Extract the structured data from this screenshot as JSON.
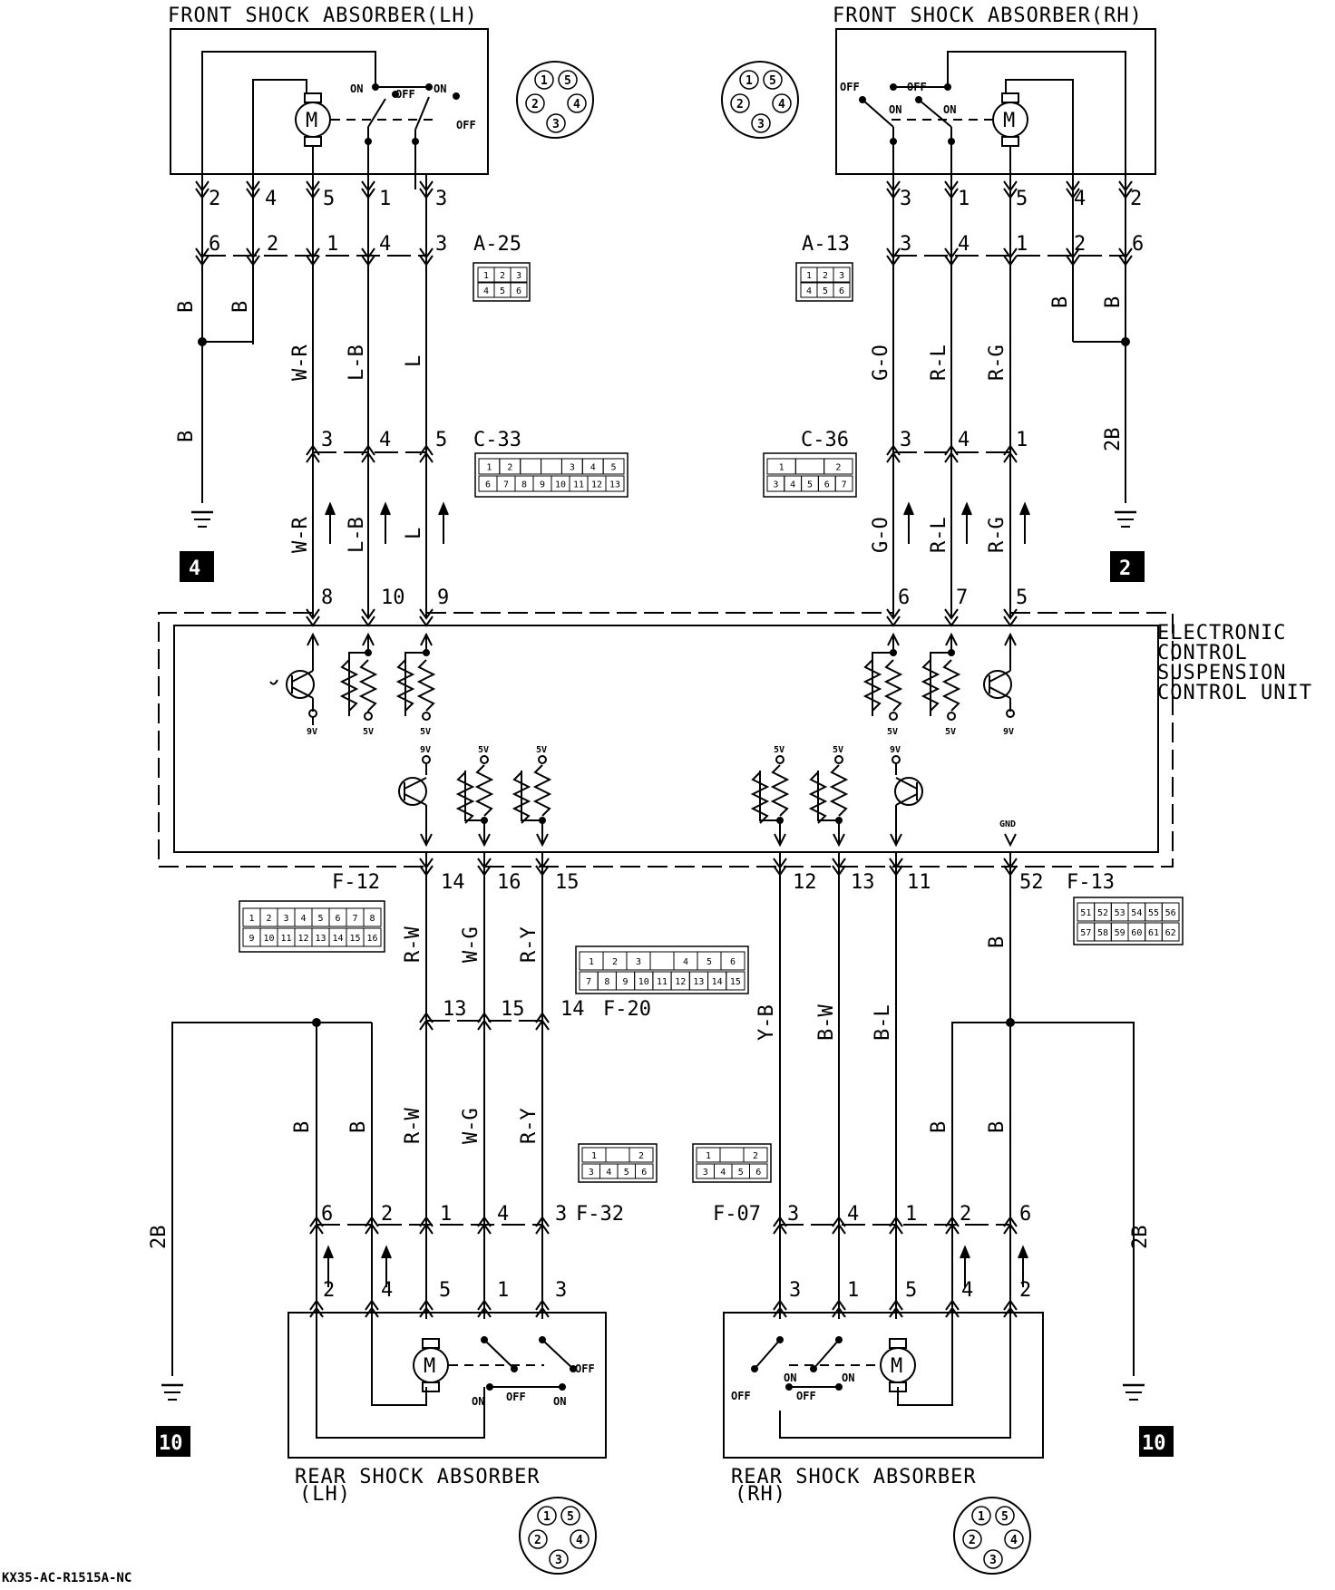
{
  "titles": {
    "front_lh": "FRONT SHOCK ABSORBER(LH)",
    "front_rh": "FRONT SHOCK ABSORBER(RH)",
    "ecu": [
      "ELECTRONIC",
      "CONTROL",
      "SUSPENSION",
      "CONTROL UNIT"
    ],
    "rear_lh": [
      "REAR SHOCK ABSORBER",
      "(LH)"
    ],
    "rear_rh": [
      "REAR SHOCK ABSORBER",
      "(RH)"
    ]
  },
  "switch_labels": {
    "on": "ON",
    "off": "OFF",
    "motor": "M"
  },
  "ecu_labels": {
    "v9": "9V",
    "v5": "5V",
    "gnd": "GND"
  },
  "grounds": {
    "lh_front": "4",
    "rh_front": "2",
    "lh_rear": "10",
    "rh_rear": "10"
  },
  "connectors": {
    "a25": "A-25",
    "a13": "A-13",
    "c33": "C-33",
    "c36": "C-36",
    "f12": "F-12",
    "f13": "F-13",
    "f20": "F-20",
    "f32": "F-32",
    "f07": "F-07"
  },
  "front_lh_pins": [
    "2",
    "4",
    "5",
    "1",
    "3"
  ],
  "front_lh_a25_pins": [
    "6",
    "2",
    "1",
    "4",
    "3"
  ],
  "front_lh_c33_pins": [
    "3",
    "4",
    "5"
  ],
  "front_lh_ecu_pins": [
    "8",
    "10",
    "9"
  ],
  "front_lh_wires": {
    "b1": "B",
    "b2": "B",
    "b3": "B",
    "wr": "W-R",
    "lb": "L-B",
    "l": "L",
    "wr2": "W-R",
    "lb2": "L-B",
    "l2": "L"
  },
  "front_rh_pins": [
    "3",
    "1",
    "5",
    "4",
    "2"
  ],
  "front_rh_a13_pins": [
    "3",
    "4",
    "1",
    "2",
    "6"
  ],
  "front_rh_c36_pins": [
    "3",
    "4",
    "1"
  ],
  "front_rh_ecu_pins": [
    "6",
    "7",
    "5"
  ],
  "front_rh_wires": {
    "go": "G-O",
    "rl": "R-L",
    "rg": "R-G",
    "go2": "G-O",
    "rl2": "R-L",
    "rg2": "R-G",
    "b1": "B",
    "b2": "B",
    "w2b": "2B"
  },
  "ecu_bottom_pins": {
    "p14": "14",
    "p16": "16",
    "p15": "15",
    "p12": "12",
    "p13": "13",
    "p11": "11",
    "p52": "52"
  },
  "mid_wires": {
    "rw": "R-W",
    "wg": "W-G",
    "ry": "R-Y",
    "rw2": "R-W",
    "wg2": "W-G",
    "ry2": "R-Y",
    "yb": "Y-B",
    "bw": "B-W",
    "bl": "B-L",
    "b": "B"
  },
  "f20_pins": [
    "13",
    "15",
    "14"
  ],
  "rear_lh_wires": {
    "b1": "B",
    "b2": "B",
    "w2b": "2B"
  },
  "rear_lh_f32_pins": [
    "6",
    "2",
    "1",
    "4",
    "3"
  ],
  "rear_lh_pins": [
    "2",
    "4",
    "5",
    "1",
    "3"
  ],
  "rear_rh_wires": {
    "b1": "B",
    "b2": "B",
    "w2b": "2B"
  },
  "rear_rh_f07_pins": [
    "3",
    "4",
    "1",
    "2",
    "6"
  ],
  "rear_rh_pins": [
    "3",
    "1",
    "5",
    "4",
    "2"
  ],
  "connector_cells": {
    "six": [
      "1",
      "2",
      "3",
      "4",
      "5",
      "6"
    ],
    "c33_top": [
      "1",
      "2",
      "",
      "",
      "3",
      "4",
      "5"
    ],
    "c33_bot": [
      "6",
      "7",
      "8",
      "9",
      "10",
      "11",
      "12",
      "13"
    ],
    "c36_top": [
      "1",
      "",
      "2"
    ],
    "c36_bot": [
      "3",
      "4",
      "5",
      "6",
      "7"
    ],
    "f12_top": [
      "1",
      "2",
      "3",
      "4",
      "5",
      "6",
      "7",
      "8"
    ],
    "f12_bot": [
      "9",
      "10",
      "11",
      "12",
      "13",
      "14",
      "15",
      "16"
    ],
    "f13_top": [
      "51",
      "52",
      "53",
      "54",
      "55",
      "56"
    ],
    "f13_bot": [
      "57",
      "58",
      "59",
      "60",
      "61",
      "62"
    ],
    "f20_top": [
      "1",
      "2",
      "3",
      "",
      "4",
      "5",
      "6"
    ],
    "f20_bot": [
      "7",
      "8",
      "9",
      "10",
      "11",
      "12",
      "13",
      "14",
      "15"
    ],
    "rear6_top": [
      "1",
      "",
      "2"
    ],
    "rear6_bot": [
      "3",
      "4",
      "5",
      "6"
    ]
  },
  "round_pins": [
    "1",
    "5",
    "2",
    "4",
    "3"
  ],
  "footer": "KX35-AC-R1515A-NC"
}
